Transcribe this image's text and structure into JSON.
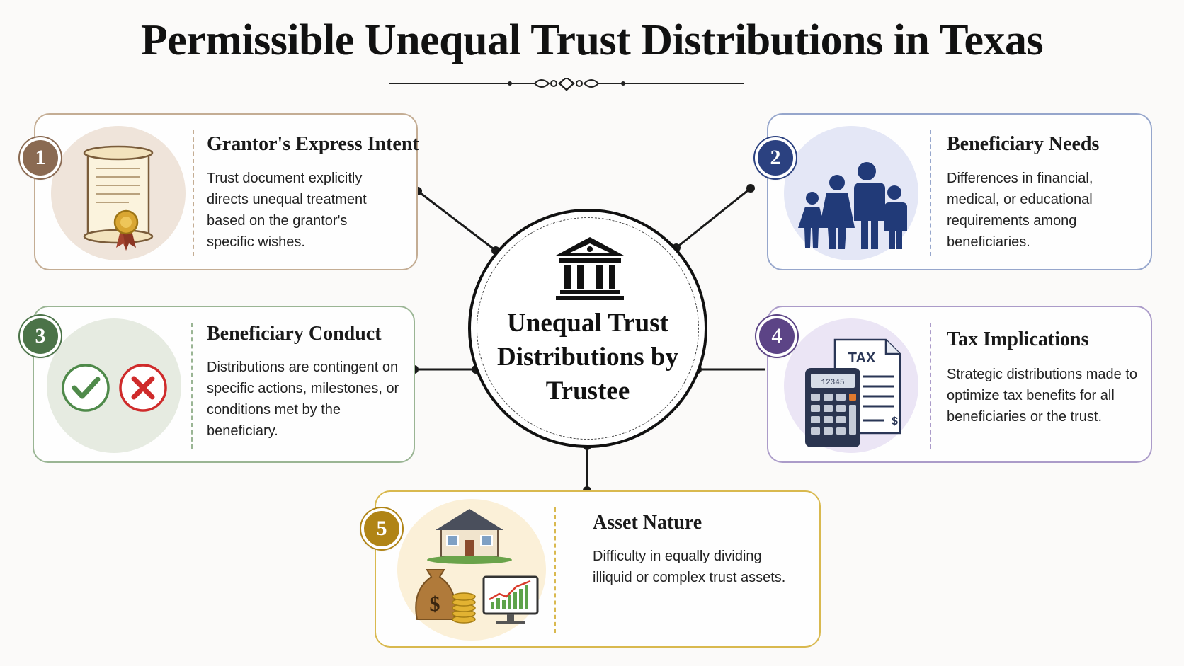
{
  "title": "Permissible Unequal Trust Distributions in Texas",
  "hub": {
    "label": "Unequal Trust Distributions by Trustee",
    "icon": "bank-building-icon"
  },
  "colors": {
    "card1": "#8a6a52",
    "card2": "#2b4180",
    "card3": "#4b7348",
    "card4": "#5c4486",
    "card5": "#b08415"
  },
  "cards": [
    {
      "number": "1",
      "title": "Grantor's Express Intent",
      "text": "Trust document explicitly directs unequal treatment based on the grantor's specific wishes.",
      "icon": "scroll-with-seal-icon"
    },
    {
      "number": "2",
      "title": "Beneficiary Needs",
      "text": "Differences in financial, medical, or educational requirements among beneficiaries.",
      "icon": "family-icon"
    },
    {
      "number": "3",
      "title": "Beneficiary Conduct",
      "text": "Distributions are contingent on specific actions, milestones, or conditions met by the beneficiary.",
      "icon": "check-and-cross-icon"
    },
    {
      "number": "4",
      "title": "Tax Implications",
      "text": "Strategic distributions made to optimize tax benefits for all beneficiaries or the trust.",
      "icon": "calculator-tax-form-icon"
    },
    {
      "number": "5",
      "title": "Asset Nature",
      "text": "Difficulty in equally dividing illiquid or complex trust assets.",
      "icon": "house-money-chart-icon"
    }
  ],
  "icon_text": {
    "tax_label": "TAX",
    "calc_display": "12345",
    "dollar": "$"
  }
}
